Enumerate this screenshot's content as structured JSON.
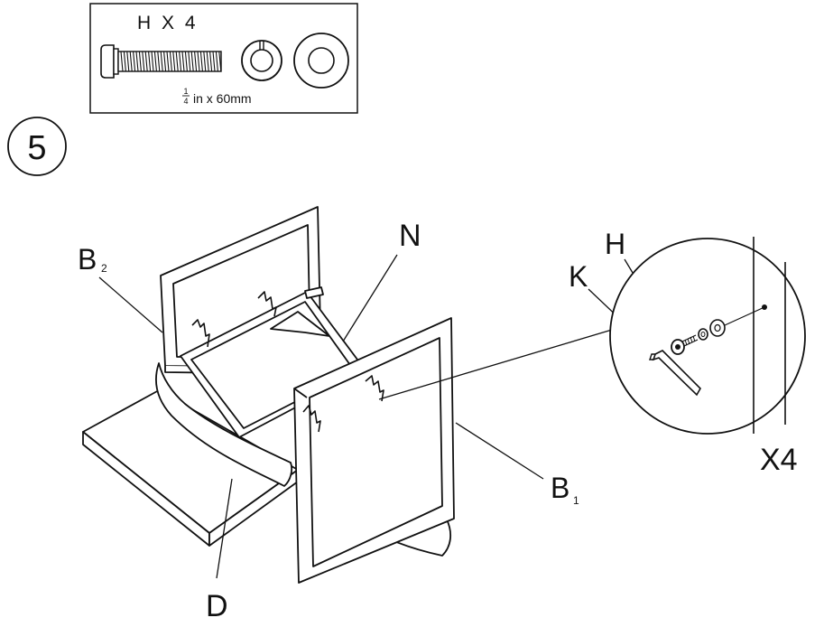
{
  "hardware_box": {
    "part_count": "H X 4",
    "bolt_size": "in x 60mm",
    "bolt_fraction_num": "1",
    "bolt_fraction_den": "4"
  },
  "step": {
    "number": "5"
  },
  "labels": {
    "back_frame_letter": "B",
    "back_frame_sub": "2",
    "front_frame_letter": "B",
    "front_frame_sub": "1",
    "rail": "N",
    "seat": "D",
    "hex_key": "K",
    "bolt": "H"
  },
  "detail": {
    "multiplier": "X4"
  }
}
